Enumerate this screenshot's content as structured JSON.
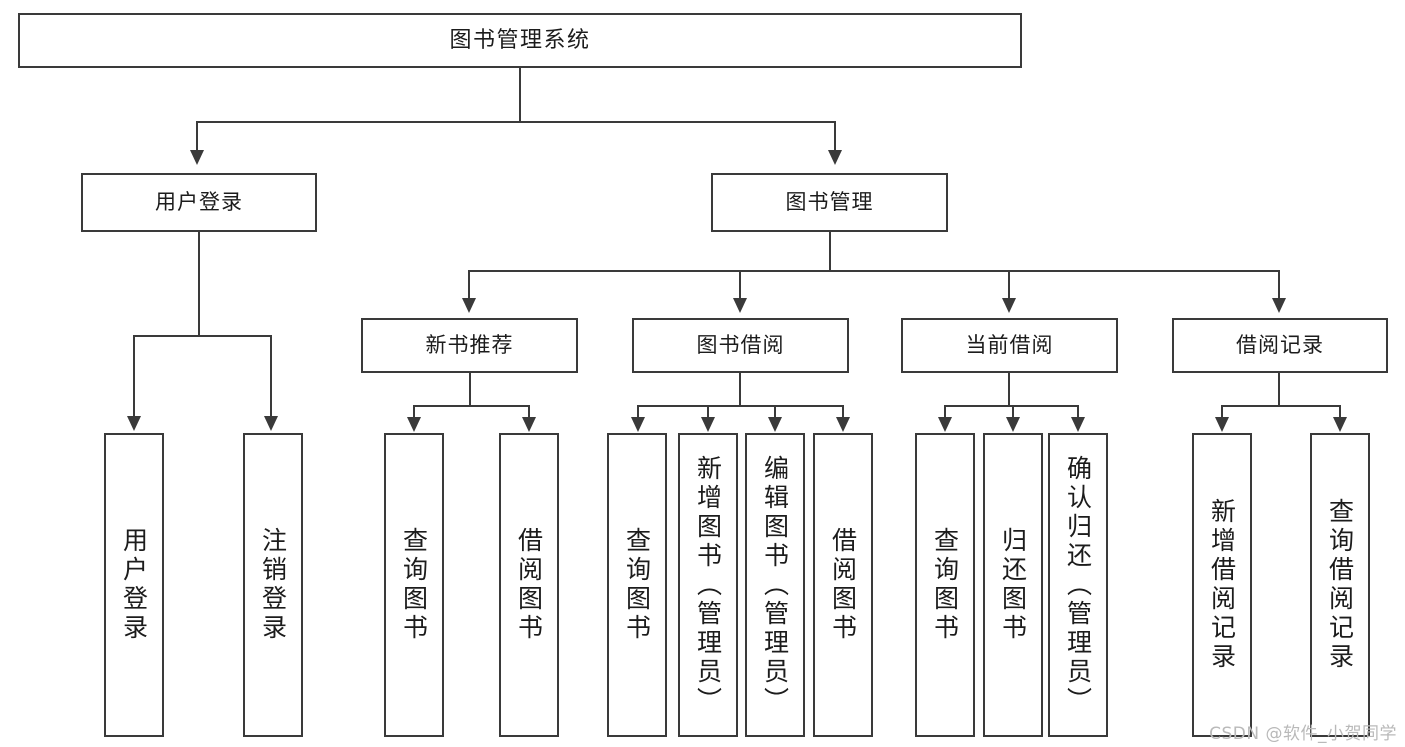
{
  "diagram": {
    "title": "图书管理系统",
    "watermark": "CSDN @软件_小贺同学",
    "line_color": "#3a3a3a",
    "box_fill": "#ffffff",
    "text_color": "#1c1c1c",
    "watermark_color": "#b9b9b9",
    "root": {
      "label": "图书管理系统"
    },
    "level2": [
      {
        "label": "用户登录"
      },
      {
        "label": "图书管理"
      }
    ],
    "level3": [
      {
        "label": "新书推荐"
      },
      {
        "label": "图书借阅"
      },
      {
        "label": "当前借阅"
      },
      {
        "label": "借阅记录"
      }
    ],
    "leaves": {
      "user_login": [
        {
          "label": "用户登录"
        },
        {
          "label": "注销登录"
        }
      ],
      "new_book_recommend": [
        {
          "label": "查询图书"
        },
        {
          "label": "借阅图书"
        }
      ],
      "book_borrow": [
        {
          "label": "查询图书"
        },
        {
          "label": "新增图书（管理员）"
        },
        {
          "label": "编辑图书（管理员）"
        },
        {
          "label": "借阅图书"
        }
      ],
      "current_borrow": [
        {
          "label": "查询图书"
        },
        {
          "label": "归还图书"
        },
        {
          "label": "确认归还（管理员）"
        }
      ],
      "borrow_record": [
        {
          "label": "新增借阅记录"
        },
        {
          "label": "查询借阅记录"
        }
      ]
    }
  }
}
